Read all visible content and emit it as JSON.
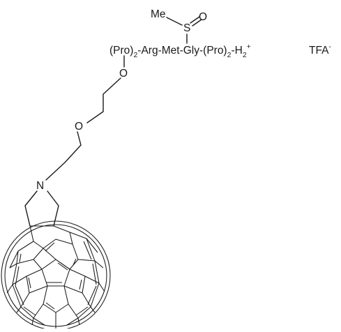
{
  "labels": {
    "methyl": "Me",
    "sulfur": "S",
    "oxygen_sulfoxide": "O",
    "peptide_prefix": "(Pro)",
    "peptide_sub_1": "2",
    "peptide_middle": "-Arg-Met-Gly-(Pro)",
    "peptide_sub_2": "2",
    "peptide_end": "-H",
    "peptide_sub_3": "2",
    "charge": "+",
    "counterion": "TFA",
    "counterion_charge": "-",
    "ether_oxygen_1": "O",
    "ether_oxygen_2": "O",
    "nitrogen": "N"
  },
  "colors": {
    "ink": "#1a1a1a",
    "background": "#ffffff"
  }
}
